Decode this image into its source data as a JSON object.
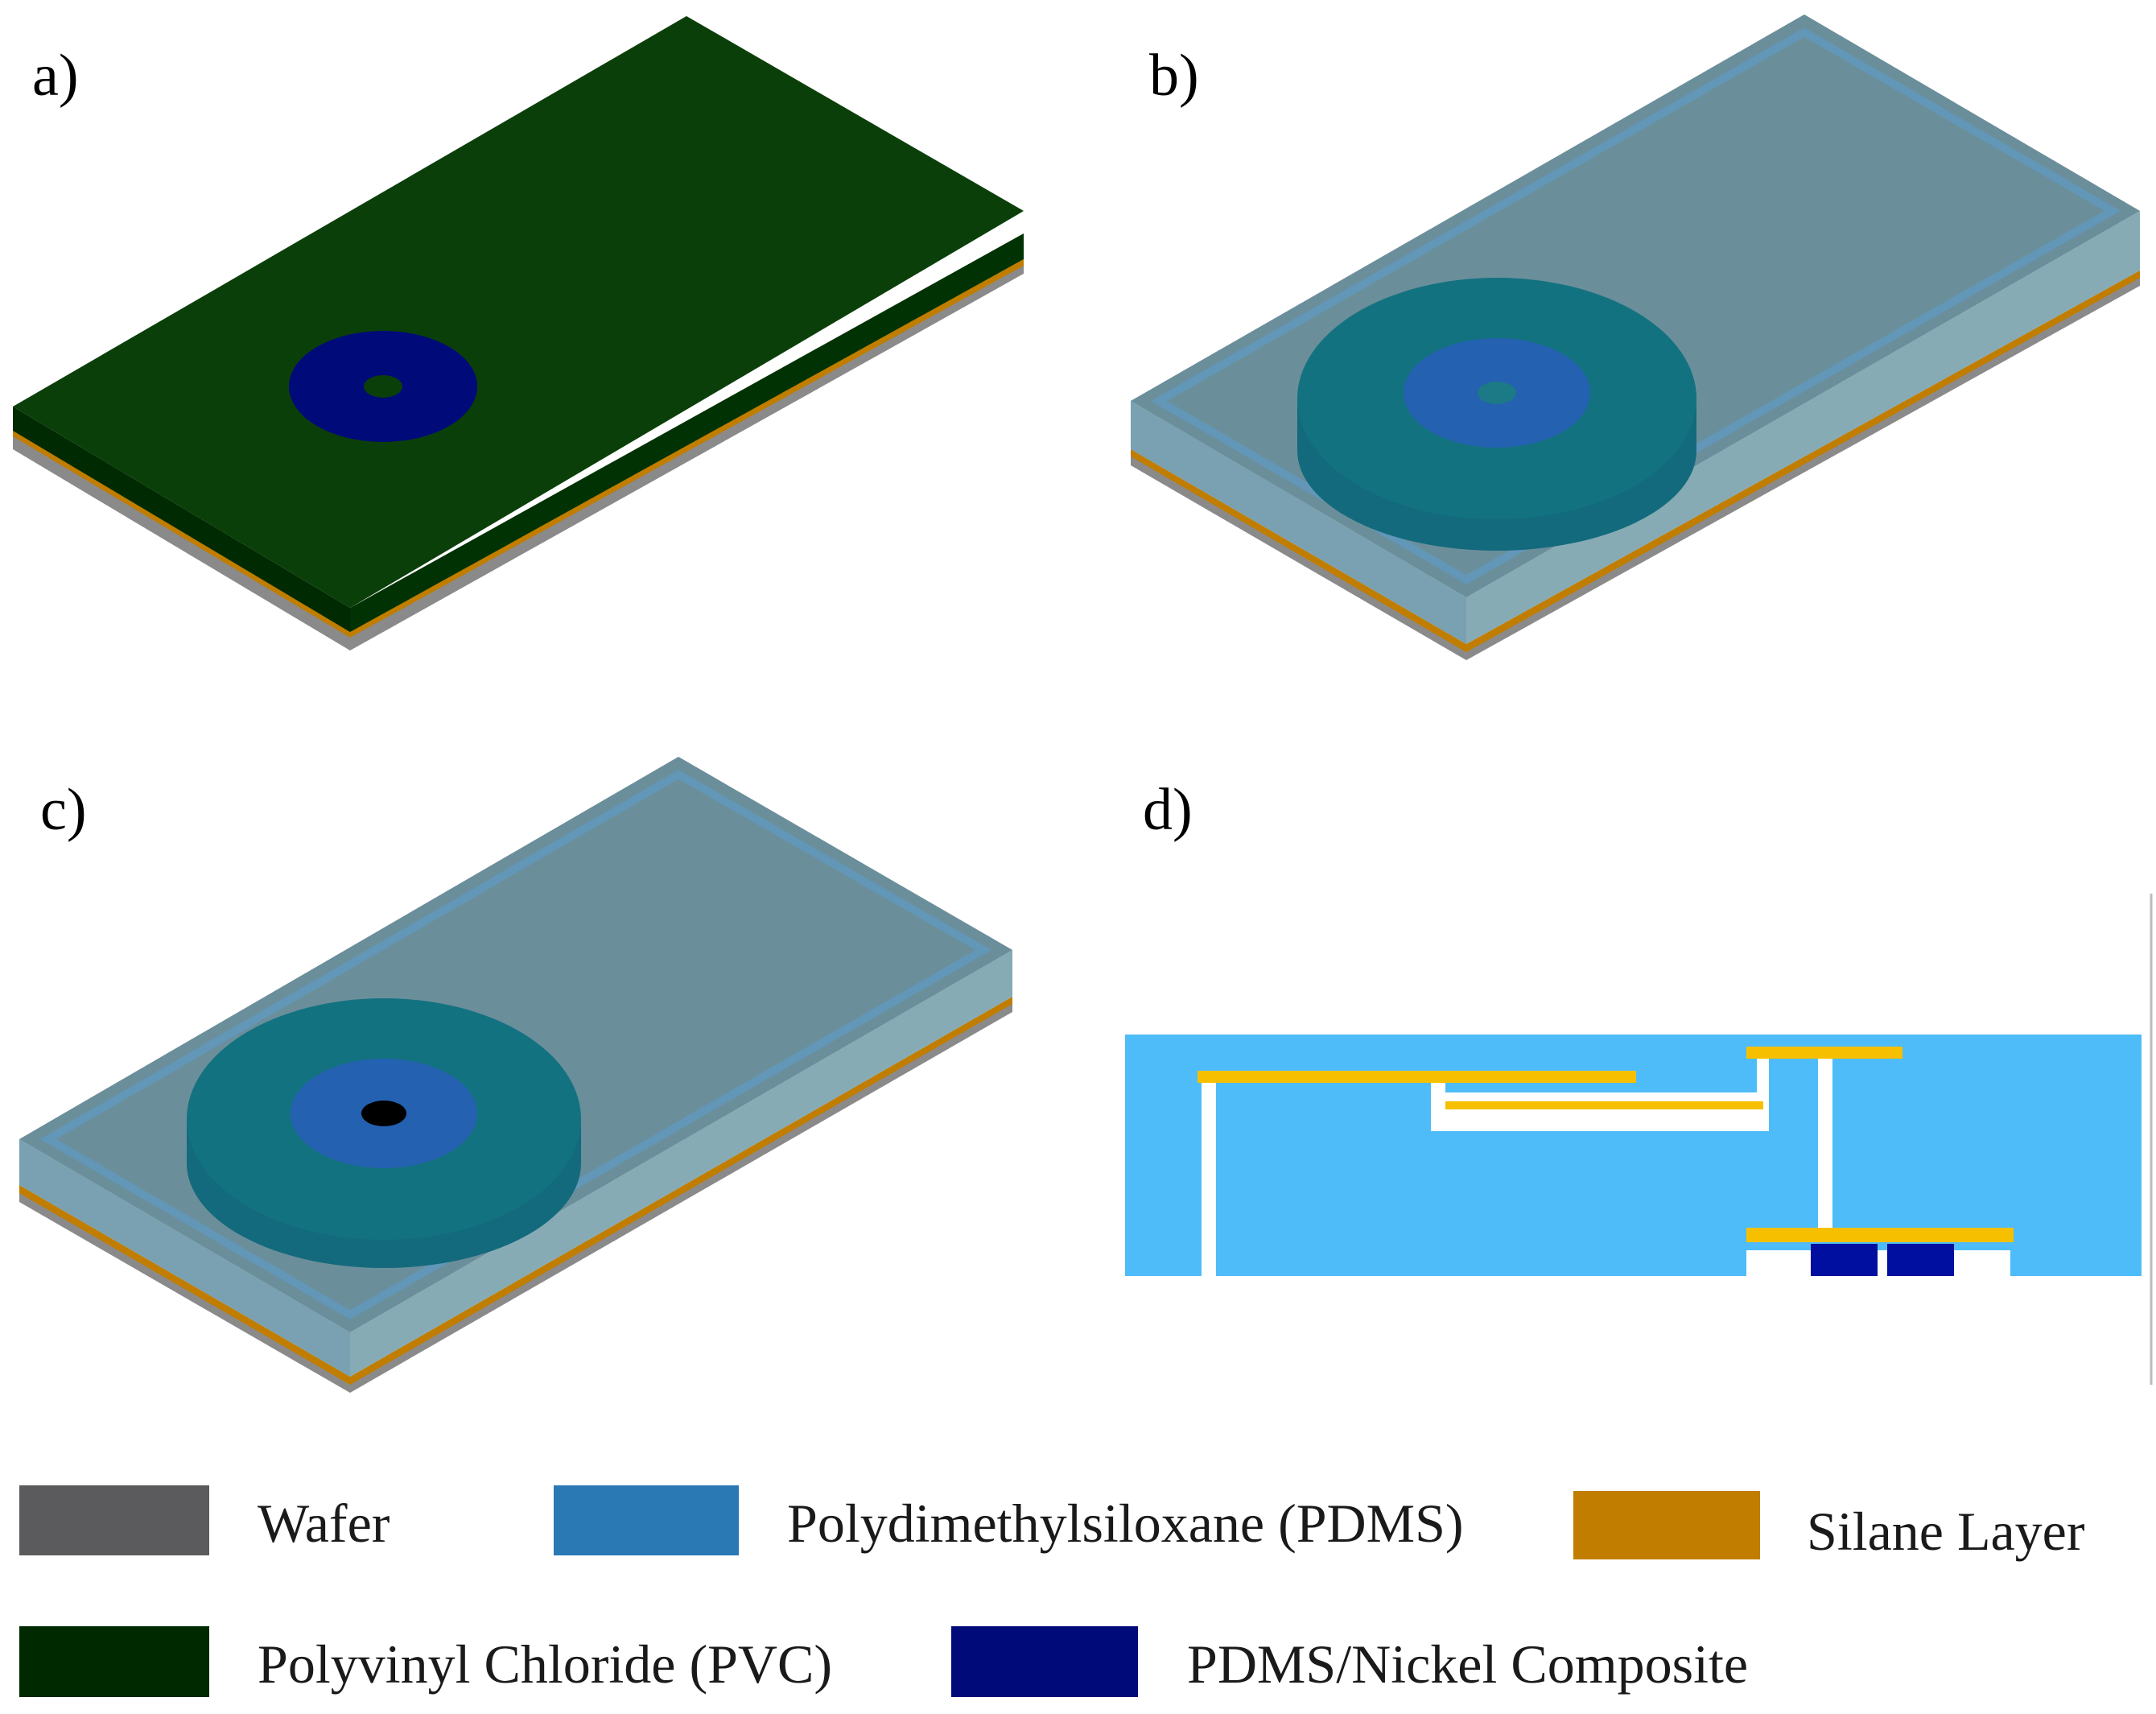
{
  "panels": [
    {
      "label": "a)"
    },
    {
      "label": "b)"
    },
    {
      "label": "c)"
    },
    {
      "label": "d)"
    }
  ],
  "legend": [
    {
      "name": "Wafer",
      "color": "#5b5b5d"
    },
    {
      "name": "Polydimethylsiloxane (PDMS)",
      "color": "#2a78b4"
    },
    {
      "name": "Silane Layer",
      "color": "#c07d00"
    },
    {
      "name": "Polyvinyl Chloride (PVC)",
      "color": "#002900"
    },
    {
      "name": "PDMS/Nickel Composite",
      "color": "#000a78"
    }
  ],
  "colors": {
    "pvc_top": "#0b3f0a",
    "pvc_side": "#002c03",
    "pdms_cross_section": "#4ebcf8",
    "silane_cross_section": "#f6c000",
    "composite": "#000fa0",
    "wafer": "#8a8a8a"
  }
}
